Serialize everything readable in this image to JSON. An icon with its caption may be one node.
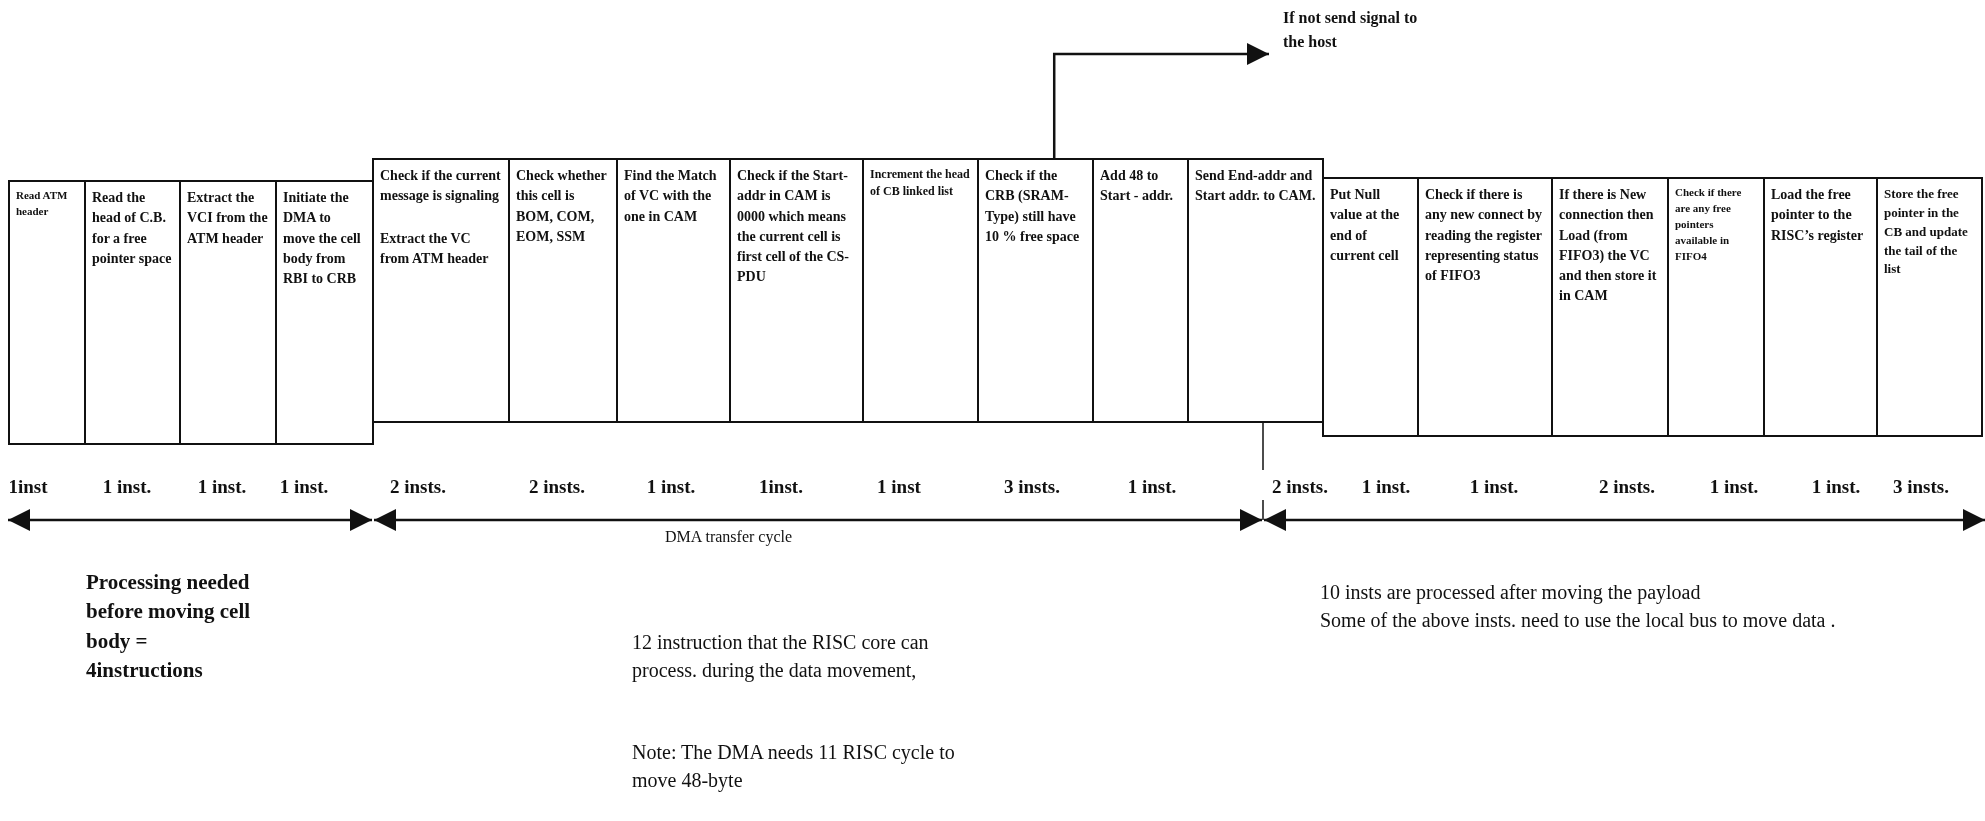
{
  "diagram": {
    "nodes": [
      {
        "text": [
          "Read ATM header"
        ]
      },
      {
        "text": [
          "Read the head of C.B. for a free pointer space"
        ]
      },
      {
        "text": [
          "Extract the VCI from the ATM header"
        ]
      },
      {
        "text": [
          "Initiate the DMA to move the cell body from RBI to CRB"
        ]
      },
      {
        "text": [
          "Check if the current message is signaling",
          "Extract the VC from ATM header"
        ]
      },
      {
        "text": [
          "Check whether this cell is BOM, COM, EOM, SSM"
        ]
      },
      {
        "text": [
          "Find the Match of VC with the one in CAM"
        ]
      },
      {
        "text": [
          "Check if the Start-addr in CAM is 0000 which means the current cell is first cell of the CS-PDU"
        ]
      },
      {
        "text": [
          "Increment the head of CB linked list"
        ]
      },
      {
        "text": [
          "Check if the CRB (SRAM-Type) still have 10 % free space"
        ]
      },
      {
        "text": [
          "Add 48 to Start - addr."
        ]
      },
      {
        "text": [
          "Send End-addr and Start addr. to CAM."
        ]
      },
      {
        "text": [
          "Put Null value at the end of current cell"
        ]
      },
      {
        "text": [
          "Check if there is any new connect by reading the register representing status of FIFO3"
        ]
      },
      {
        "text": [
          "If there is New connection then Load (from FIFO3) the VC and then store it in CAM"
        ]
      },
      {
        "text": [
          "Check if there are any free pointers available in FIFO4"
        ]
      },
      {
        "text": [
          "Load the free pointer to the RISC’s register"
        ]
      },
      {
        "text": [
          "Store the free pointer in the CB and update the tail of the list"
        ]
      },
      {
        "text": [
          "If not send signal to the host"
        ]
      }
    ],
    "edges": [
      {
        "from": 9,
        "to": 18,
        "arrow": "to"
      }
    ],
    "labels": [
      "1inst",
      "1 inst.",
      "1 inst.",
      "1 inst.",
      "2 insts.",
      "2 insts.",
      "1 inst.",
      "1inst.",
      "1 inst",
      "3 insts.",
      "1 inst.",
      "2 insts.",
      "1 inst.",
      "1 inst.",
      "2 insts.",
      "1 inst.",
      "1 inst.",
      "3 insts.",
      "DMA transfer cycle",
      "Processing needed before moving cell body = 4instructions",
      "12 instruction that the RISC core can process. during the data movement,",
      "Note: The DMA needs 11 RISC cycle to move 48-byte",
      "10 insts are processed after moving the payload",
      "Some of the above insts. need to use the local bus to move data ."
    ]
  }
}
